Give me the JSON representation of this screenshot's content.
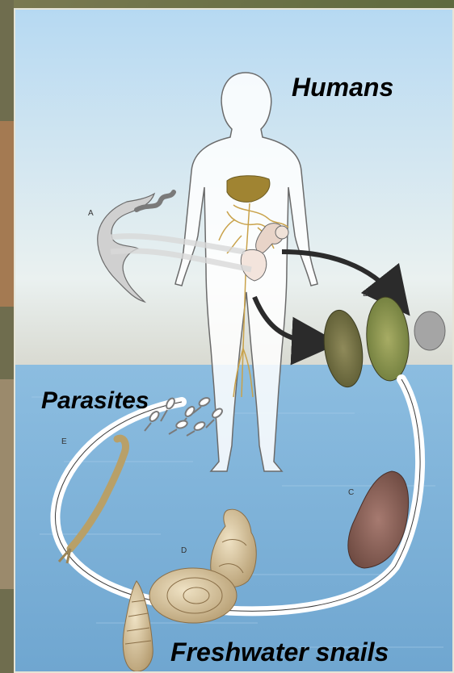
{
  "labels": {
    "humans": "Humans",
    "parasites": "Parasites",
    "freshwater_snails": "Freshwater snails"
  },
  "stages": {
    "a": "A",
    "b": "B",
    "c": "C",
    "d": "D",
    "e": "E"
  },
  "colors": {
    "sky": "#bcdcf0",
    "water": "#7fb2d6",
    "liver": "#a08432",
    "vessels": "#c9a24a",
    "cycle_ring": "#ffffff",
    "background_photo": "#6b6a48"
  }
}
